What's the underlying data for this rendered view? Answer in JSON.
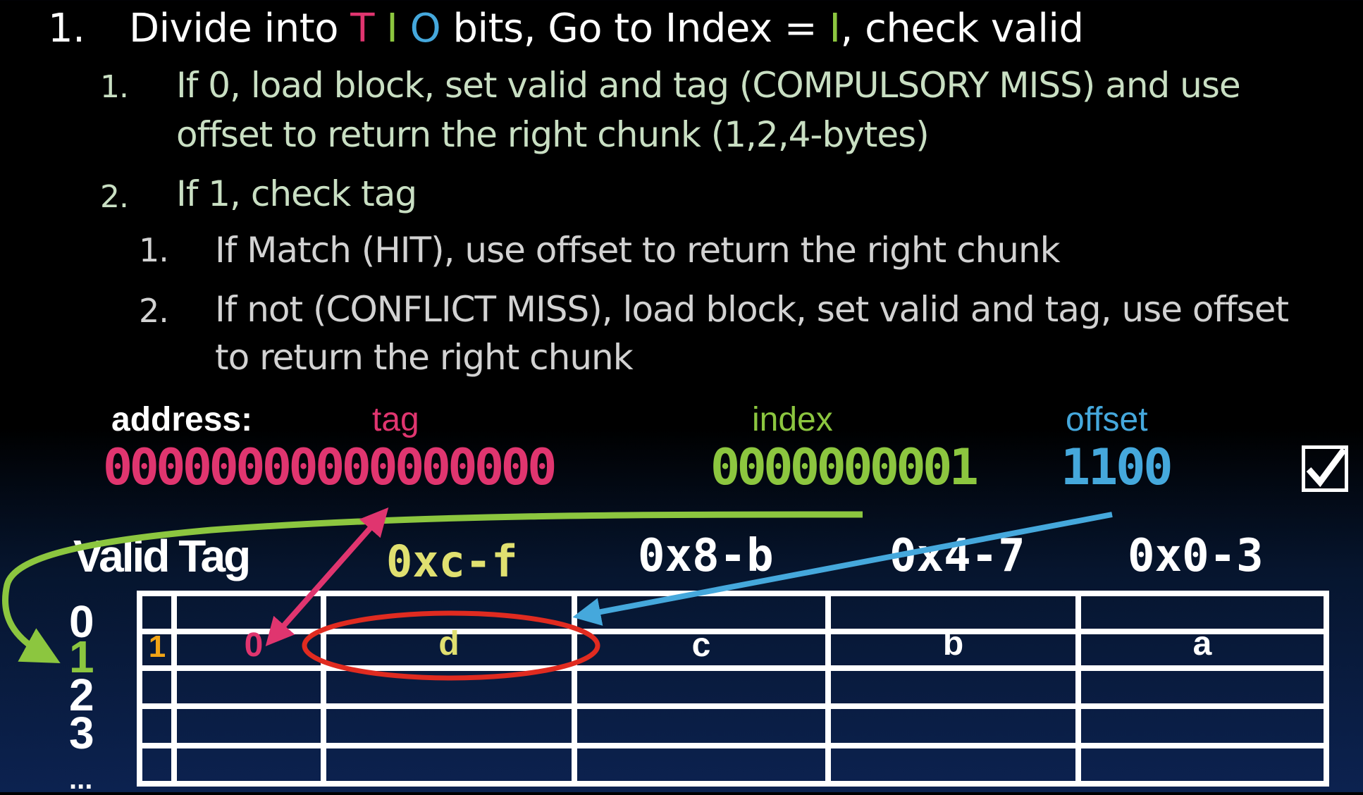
{
  "steps": {
    "s1": {
      "num": "1.",
      "prefix": "Divide into ",
      "t": "T",
      "i": "I",
      "o": "O",
      "mid": " bits, Go to Index = ",
      "idx": "I",
      "suffix": ", check valid"
    },
    "s1_1": {
      "num": "1.",
      "line1": "If 0, load block, set valid and tag (COMPULSORY MISS) and use",
      "line2": "offset to return the right chunk (1,2,4-bytes)"
    },
    "s1_2": {
      "num": "2.",
      "text": "If 1, check tag"
    },
    "s1_2_1": {
      "num": "1.",
      "text": "If Match (HIT), use offset to return the right chunk"
    },
    "s1_2_2": {
      "num": "2.",
      "line1": "If not (CONFLICT MISS), load block, set valid and tag, use offset",
      "line2": "to return the right chunk"
    }
  },
  "address": {
    "label": "address:",
    "tag_label": "tag",
    "index_label": "index",
    "offset_label": "offset",
    "tag_bits": "00000000000000000",
    "index_bits": "0000000001",
    "offset_bits": "1100",
    "check_mark": "☑"
  },
  "table": {
    "header_valid_tag": "Valid Tag",
    "col_headers": [
      "0xc-f",
      "0x8-b",
      "0x4-7",
      "0x0-3"
    ],
    "row_labels": [
      "0",
      "1",
      "2",
      "3",
      "..."
    ],
    "row1": {
      "valid": "1",
      "tag": "0",
      "cells": [
        "d",
        "c",
        "b",
        "a"
      ]
    }
  },
  "colors": {
    "tag": "#e0356f",
    "index": "#8cc63f",
    "offset": "#45a8dc",
    "highlight_yellow": "#e0e070",
    "valid_orange": "#f2a516",
    "circle_red": "#e02b20"
  }
}
